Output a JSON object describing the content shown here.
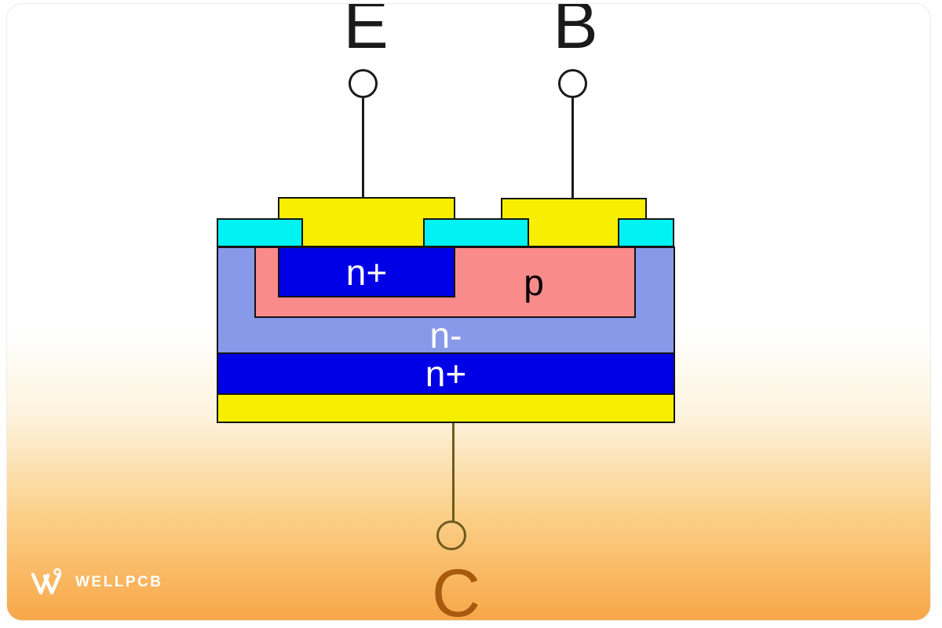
{
  "terminals": {
    "emitter": "E",
    "base": "B",
    "collector": "C"
  },
  "regions": {
    "emitter_label": "n+",
    "p_well_label": "p",
    "drift_label": "n-",
    "substrate_label": "n+"
  },
  "watermark": {
    "brand": "WELLPCB"
  },
  "colors": {
    "contact_yellow": "#f8ee00",
    "oxide_cyan": "#00f2f2",
    "n_minus_blue": "#8899ea",
    "n_plus_blue": "#0000e6",
    "p_pink": "#f98b8b",
    "outline": "#141414",
    "label_black": "#1a1a1a",
    "label_white": "#ffffff",
    "collector_ink": "#a85a0e",
    "collector_line": "#6f5b1e",
    "gradient": [
      "#ffffff",
      "#fdf3dd",
      "#fbd088",
      "#f8a748"
    ]
  }
}
